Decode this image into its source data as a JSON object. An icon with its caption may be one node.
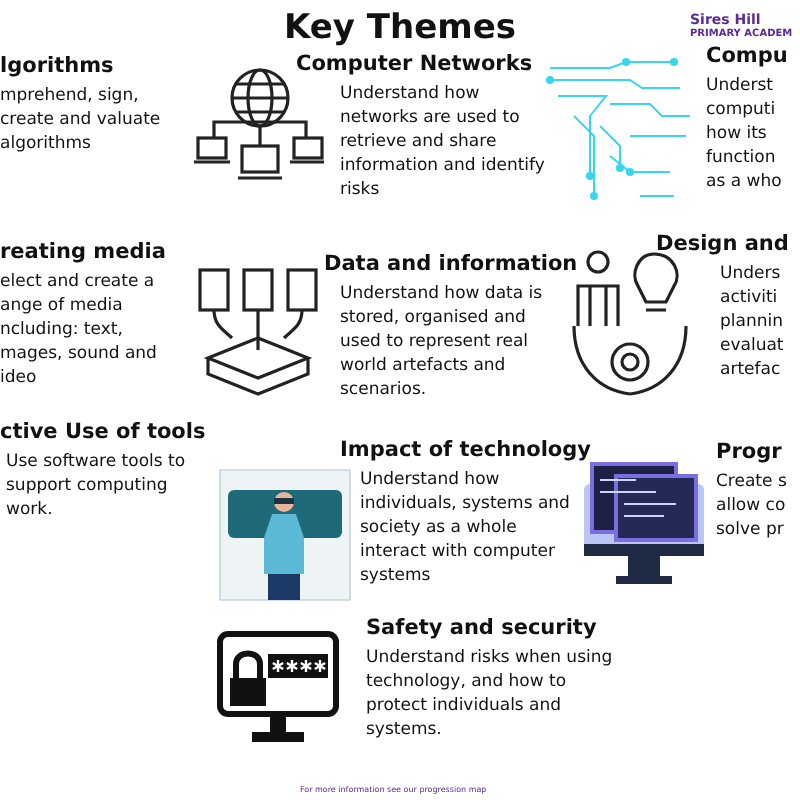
{
  "diagram": {
    "title": "Key Themes",
    "nodes": [
      {
        "text": [
          "lgorithms",
          "mprehend, sign, create and valuate algorithms"
        ]
      },
      {
        "text": [
          "Computer Networks",
          "Understand how networks are used to retrieve and share information and identify risks"
        ]
      },
      {
        "text": [
          "Compu",
          "Underst computi how its function as a who"
        ]
      },
      {
        "text": [
          "reating media",
          "elect and create a ange of media ncluding: text, mages, sound and ideo"
        ]
      },
      {
        "text": [
          "Data and information",
          "Understand how data is stored, organised and used to represent real world artefacts and scenarios."
        ]
      },
      {
        "text": [
          "Design and",
          "Unders activiti plannin evaluat artefac"
        ]
      },
      {
        "text": [
          "ctive Use of tools",
          "Use software tools to support computing work."
        ]
      },
      {
        "text": [
          "Impact of technology",
          "Understand how individuals, systems and society as a whole interact with computer systems"
        ]
      },
      {
        "text": [
          "Progr",
          "Create s allow co solve pr"
        ]
      },
      {
        "text": [
          "Safety and security",
          "Understand risks when using technology, and how to protect individuals and systems."
        ]
      }
    ],
    "labels": [
      "Sires Hill",
      "PRIMARY ACADEM",
      "For more information see our progression map"
    ]
  }
}
